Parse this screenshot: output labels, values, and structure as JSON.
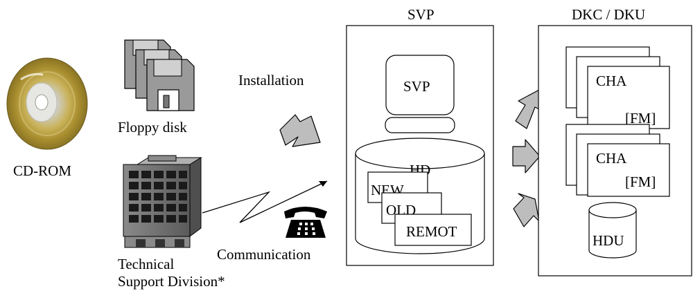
{
  "labels": {
    "cdrom": "CD-ROM",
    "floppy": "Floppy disk",
    "installation": "Installation",
    "tech_line1": "Technical",
    "tech_line2": "Support Division*",
    "communication": "Communication"
  },
  "svp": {
    "box_title": "SVP",
    "monitor_label": "SVP",
    "disk_label": "HD",
    "files": [
      "NEW",
      "OLD",
      "REMOT"
    ]
  },
  "dkc": {
    "box_title": "DKC / DKU",
    "cha_top": {
      "name": "CHA",
      "sub": "[FM]"
    },
    "cha_mid": {
      "name": "CHA",
      "sub": "[FM]"
    },
    "hdu": "HDU"
  }
}
